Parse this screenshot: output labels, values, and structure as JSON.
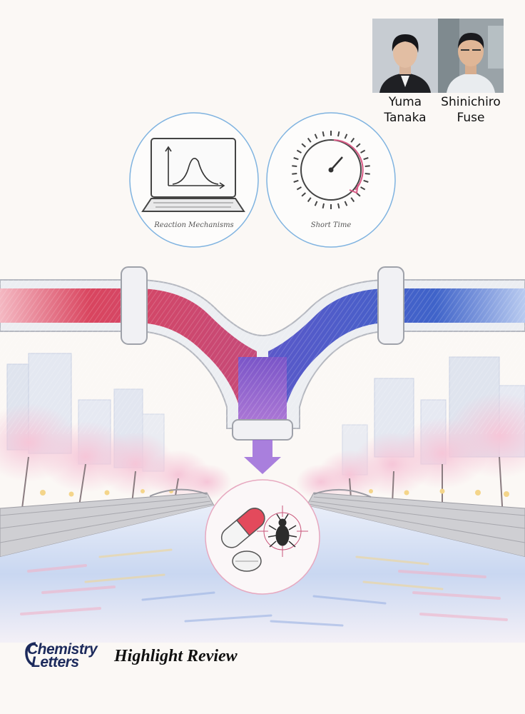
{
  "authors": [
    {
      "first": "Yuma",
      "last": "Tanaka"
    },
    {
      "first": "Shinichiro",
      "last": "Fuse"
    }
  ],
  "captions": {
    "left_bubble": "Reaction Mechanisms",
    "right_bubble": "Short Time"
  },
  "journal": {
    "line1": "Chemistry",
    "line2": "Letters",
    "series": "Highlight Review"
  },
  "colors": {
    "background": "#fbf8f5",
    "red_stream": "#d9455f",
    "blue_stream": "#3f63c9",
    "purple_mix": "#8a4fc9",
    "bubble_outline": "#7fb3e0",
    "pink_bubble": "#e7a9c0",
    "blossom": "#f2b9cf",
    "logo": "#1c2a5c"
  },
  "icons": [
    "laptop-icon",
    "bell-curve-icon",
    "stopwatch-icon",
    "capsule-icon",
    "tablet-icon",
    "beetle-icon",
    "crosshair-icon"
  ]
}
